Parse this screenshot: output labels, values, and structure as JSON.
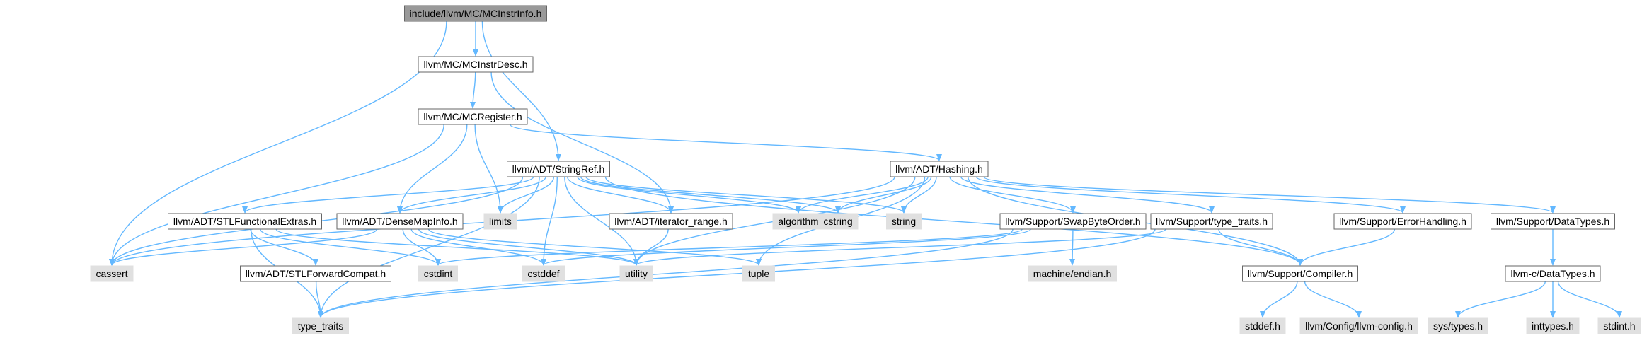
{
  "diagram": {
    "kind": "include-dependency-graph",
    "colors": {
      "edge": "#63b8ff",
      "root_fill": "#999999",
      "root_border": "#666666",
      "file_fill": "#ffffff",
      "file_border": "#666666",
      "system_fill": "#e0e0e0",
      "system_border": "#e0e0e0",
      "text": "#000000"
    },
    "nodes": [
      {
        "id": "mcinstrinfo",
        "label": "include/llvm/MC/MCInstrInfo.h",
        "kind": "root"
      },
      {
        "id": "mcinstrdesc",
        "label": "llvm/MC/MCInstrDesc.h",
        "kind": "file"
      },
      {
        "id": "mcregister",
        "label": "llvm/MC/MCRegister.h",
        "kind": "file"
      },
      {
        "id": "stringref",
        "label": "llvm/ADT/StringRef.h",
        "kind": "file"
      },
      {
        "id": "hashing",
        "label": "llvm/ADT/Hashing.h",
        "kind": "file"
      },
      {
        "id": "stlfunc",
        "label": "llvm/ADT/STLFunctionalExtras.h",
        "kind": "file"
      },
      {
        "id": "densemap",
        "label": "llvm/ADT/DenseMapInfo.h",
        "kind": "file"
      },
      {
        "id": "limits",
        "label": "limits",
        "kind": "system"
      },
      {
        "id": "iterrange",
        "label": "llvm/ADT/iterator_range.h",
        "kind": "file"
      },
      {
        "id": "algorithm",
        "label": "algorithm",
        "kind": "system"
      },
      {
        "id": "cstring",
        "label": "cstring",
        "kind": "system"
      },
      {
        "id": "string",
        "label": "string",
        "kind": "system"
      },
      {
        "id": "swapbyte",
        "label": "llvm/Support/SwapByteOrder.h",
        "kind": "file"
      },
      {
        "id": "typetraitsh",
        "label": "llvm/Support/type_traits.h",
        "kind": "file"
      },
      {
        "id": "errorh",
        "label": "llvm/Support/ErrorHandling.h",
        "kind": "file"
      },
      {
        "id": "datatypes",
        "label": "llvm/Support/DataTypes.h",
        "kind": "file"
      },
      {
        "id": "cassert",
        "label": "cassert",
        "kind": "system"
      },
      {
        "id": "stlforward",
        "label": "llvm/ADT/STLForwardCompat.h",
        "kind": "file"
      },
      {
        "id": "cstdint",
        "label": "cstdint",
        "kind": "system"
      },
      {
        "id": "cstddef",
        "label": "cstddef",
        "kind": "system"
      },
      {
        "id": "utility",
        "label": "utility",
        "kind": "system"
      },
      {
        "id": "tuple",
        "label": "tuple",
        "kind": "system"
      },
      {
        "id": "endian",
        "label": "machine/endian.h",
        "kind": "system"
      },
      {
        "id": "compiler",
        "label": "llvm/Support/Compiler.h",
        "kind": "file"
      },
      {
        "id": "cdatatypes",
        "label": "llvm-c/DataTypes.h",
        "kind": "file"
      },
      {
        "id": "typetraits",
        "label": "type_traits",
        "kind": "system"
      },
      {
        "id": "stddef",
        "label": "stddef.h",
        "kind": "system"
      },
      {
        "id": "llvmconfig",
        "label": "llvm/Config/llvm-config.h",
        "kind": "system"
      },
      {
        "id": "systypes",
        "label": "sys/types.h",
        "kind": "system"
      },
      {
        "id": "inttypes",
        "label": "inttypes.h",
        "kind": "system"
      },
      {
        "id": "stdint",
        "label": "stdint.h",
        "kind": "system"
      }
    ],
    "edges": [
      [
        "mcinstrinfo",
        "cassert"
      ],
      [
        "mcinstrinfo",
        "mcinstrdesc"
      ],
      [
        "mcinstrinfo",
        "stringref"
      ],
      [
        "mcinstrdesc",
        "mcregister"
      ],
      [
        "mcinstrdesc",
        "iterrange"
      ],
      [
        "mcregister",
        "cassert"
      ],
      [
        "mcregister",
        "densemap"
      ],
      [
        "mcregister",
        "limits"
      ],
      [
        "mcregister",
        "hashing"
      ],
      [
        "stringref",
        "stlfunc"
      ],
      [
        "stringref",
        "densemap"
      ],
      [
        "stringref",
        "limits"
      ],
      [
        "stringref",
        "iterrange"
      ],
      [
        "stringref",
        "algorithm"
      ],
      [
        "stringref",
        "cstring"
      ],
      [
        "stringref",
        "string"
      ],
      [
        "stringref",
        "cassert"
      ],
      [
        "stringref",
        "cstddef"
      ],
      [
        "stringref",
        "utility"
      ],
      [
        "stringref",
        "typetraits"
      ],
      [
        "stringref",
        "compiler"
      ],
      [
        "hashing",
        "algorithm"
      ],
      [
        "hashing",
        "cstring"
      ],
      [
        "hashing",
        "string"
      ],
      [
        "hashing",
        "swapbyte"
      ],
      [
        "hashing",
        "typetraitsh"
      ],
      [
        "hashing",
        "errorh"
      ],
      [
        "hashing",
        "datatypes"
      ],
      [
        "hashing",
        "cassert"
      ],
      [
        "hashing",
        "utility"
      ],
      [
        "hashing",
        "tuple"
      ],
      [
        "hashing",
        "compiler"
      ],
      [
        "stlfunc",
        "stlforward"
      ],
      [
        "stlfunc",
        "cstdint"
      ],
      [
        "stlfunc",
        "utility"
      ],
      [
        "stlfunc",
        "typetraits"
      ],
      [
        "densemap",
        "cassert"
      ],
      [
        "densemap",
        "cstdint"
      ],
      [
        "densemap",
        "cstddef"
      ],
      [
        "densemap",
        "utility"
      ],
      [
        "densemap",
        "tuple"
      ],
      [
        "iterrange",
        "utility"
      ],
      [
        "swapbyte",
        "endian"
      ],
      [
        "swapbyte",
        "cstddef"
      ],
      [
        "swapbyte",
        "cstdint"
      ],
      [
        "swapbyte",
        "typetraits"
      ],
      [
        "typetraitsh",
        "compiler"
      ],
      [
        "typetraitsh",
        "utility"
      ],
      [
        "typetraitsh",
        "typetraits"
      ],
      [
        "errorh",
        "compiler"
      ],
      [
        "datatypes",
        "cdatatypes"
      ],
      [
        "stlforward",
        "typetraits"
      ],
      [
        "compiler",
        "stddef"
      ],
      [
        "compiler",
        "llvmconfig"
      ],
      [
        "cdatatypes",
        "systypes"
      ],
      [
        "cdatatypes",
        "inttypes"
      ],
      [
        "cdatatypes",
        "stdint"
      ]
    ]
  }
}
